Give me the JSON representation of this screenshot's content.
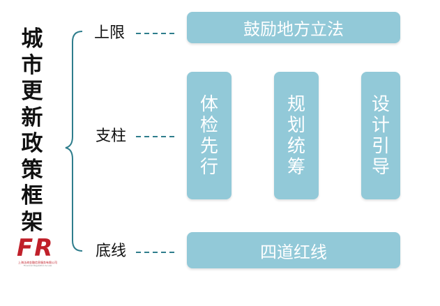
{
  "title_chars": [
    "城",
    "市",
    "更",
    "新",
    "政",
    "策",
    "框",
    "架"
  ],
  "levels": {
    "top": {
      "label": "上限",
      "box": "鼓励地方立法"
    },
    "middle": {
      "label": "支柱",
      "pillars": [
        {
          "chars": [
            "体",
            "检",
            "先",
            "行"
          ]
        },
        {
          "chars": [
            "规",
            "划",
            "统",
            "筹"
          ]
        },
        {
          "chars": [
            "设",
            "计",
            "引",
            "导"
          ]
        }
      ]
    },
    "bottom": {
      "label": "底线",
      "box": "四道红线"
    }
  },
  "logo": {
    "mark": "FR",
    "company": "上海法询金融信息服务有限公司",
    "tagline": "Financial Regulation & Law"
  },
  "colors": {
    "box": "#92c9d8",
    "brace": "#2e7d8c",
    "dash": "#2e7d8c",
    "logo": "#c0202a"
  }
}
